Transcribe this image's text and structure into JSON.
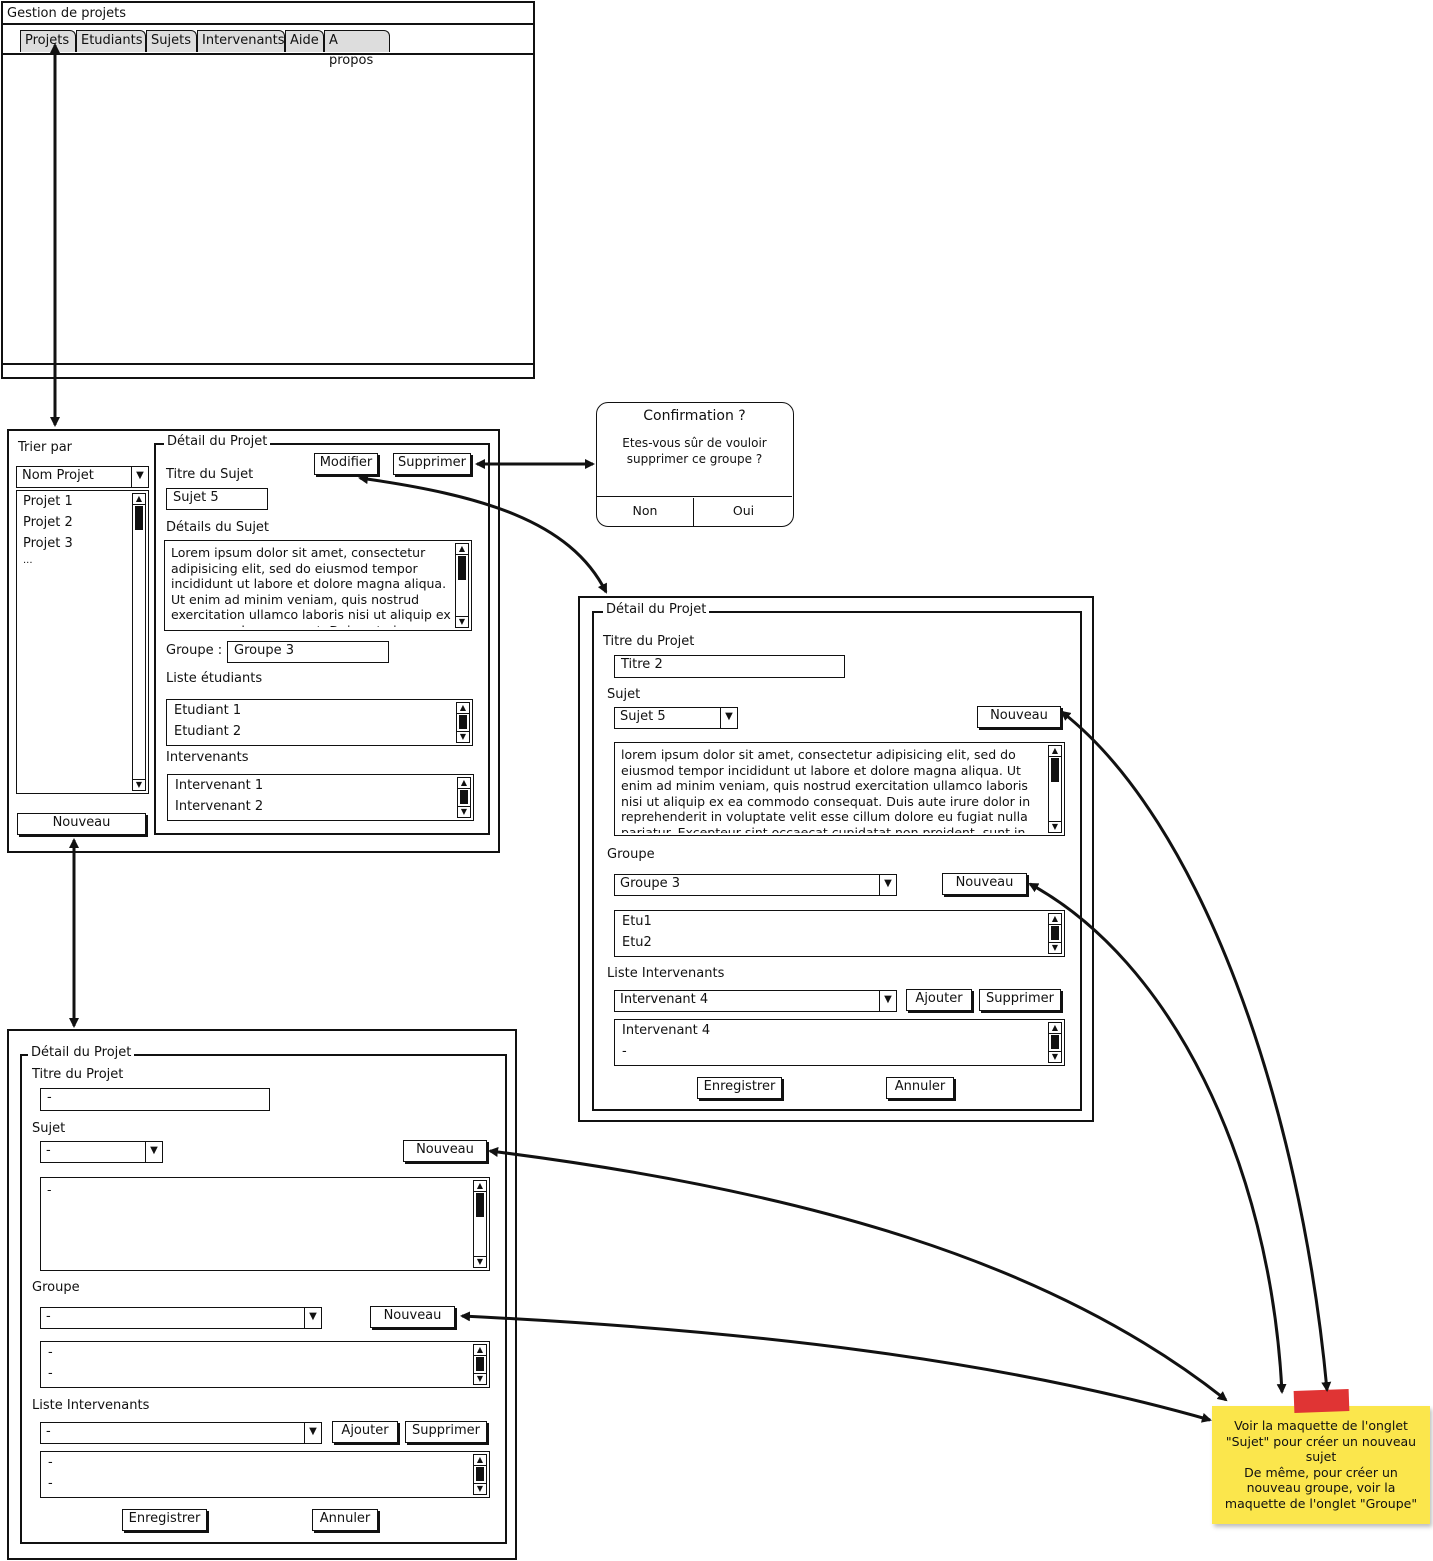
{
  "window": {
    "title": "Gestion de projets",
    "tabs": [
      "Projets",
      "Etudiants",
      "Sujets",
      "Intervenants",
      "Aide",
      "A propos"
    ]
  },
  "list_panel": {
    "sort_label": "Trier par",
    "sort_value": "Nom Projet",
    "projects": [
      "Projet 1",
      "Projet 2",
      "Projet 3",
      "..."
    ],
    "new_button": "Nouveau",
    "detail": {
      "legend": "Détail du Projet",
      "subject_title_label": "Titre du Sujet",
      "subject_title_value": "Sujet 5",
      "edit_button": "Modifier",
      "delete_button": "Supprimer",
      "subject_details_label": "Détails du Sujet",
      "subject_details_text": "Lorem ipsum dolor sit amet, consectetur adipisicing elit, sed do eiusmod tempor incididunt ut labore et dolore magna aliqua. Ut enim ad minim veniam, quis nostrud exercitation ullamco laboris nisi ut aliquip ex ea commodo consequat. Duis aute irure dolor",
      "group_label": "Groupe :",
      "group_value": "Groupe 3",
      "students_label": "Liste étudiants",
      "students": [
        "Etudiant 1",
        "Etudiant 2"
      ],
      "speakers_label": "Intervenants",
      "speakers": [
        "Intervenant 1",
        "Intervenant 2"
      ]
    }
  },
  "confirm_dialog": {
    "title": "Confirmation ?",
    "message": "Etes-vous sûr de vouloir supprimer ce groupe ?",
    "no_button": "Non",
    "yes_button": "Oui"
  },
  "edit_form": {
    "legend": "Détail du Projet",
    "title_label": "Titre du Projet",
    "title_value": "Titre 2",
    "subject_label": "Sujet",
    "subject_value": "Sujet 5",
    "subject_new_button": "Nouveau",
    "subject_text": "lorem ipsum dolor sit amet, consectetur adipisicing elit, sed do eiusmod tempor incididunt ut labore et dolore magna aliqua. Ut enim ad minim veniam, quis nostrud exercitation ullamco laboris nisi ut aliquip ex ea commodo consequat. Duis aute irure dolor in reprehenderit in voluptate velit esse cillum dolore eu fugiat nulla pariatur. Excepteur sint occaecat cupidatat non proident, sunt in culpa qui officia deserunt",
    "group_label": "Groupe",
    "group_value": "Groupe 3",
    "group_new_button": "Nouveau",
    "group_members": [
      "Etu1",
      "Etu2"
    ],
    "speakers_label": "Liste Intervenants",
    "speaker_select_value": "Intervenant 4",
    "add_button": "Ajouter",
    "remove_button": "Supprimer",
    "speakers": [
      "Intervenant 4",
      "-"
    ],
    "save_button": "Enregistrer",
    "cancel_button": "Annuler"
  },
  "new_form": {
    "legend": "Détail du Projet",
    "title_label": "Titre du Projet",
    "title_value": "-",
    "subject_label": "Sujet",
    "subject_value": "-",
    "subject_new_button": "Nouveau",
    "subject_text": "-",
    "group_label": "Groupe",
    "group_value": "-",
    "group_new_button": "Nouveau",
    "group_members": [
      "-",
      "-"
    ],
    "speakers_label": "Liste Intervenants",
    "speaker_select_value": "-",
    "add_button": "Ajouter",
    "remove_button": "Supprimer",
    "speakers": [
      "-",
      "-"
    ],
    "save_button": "Enregistrer",
    "cancel_button": "Annuler"
  },
  "note": {
    "lines": [
      "Voir la maquette de l'onglet",
      "\"Sujet\" pour créer un nouveau",
      "sujet",
      "De même, pour créer un",
      "nouveau groupe, voir la",
      "maquette de l'onglet \"Groupe\""
    ]
  }
}
